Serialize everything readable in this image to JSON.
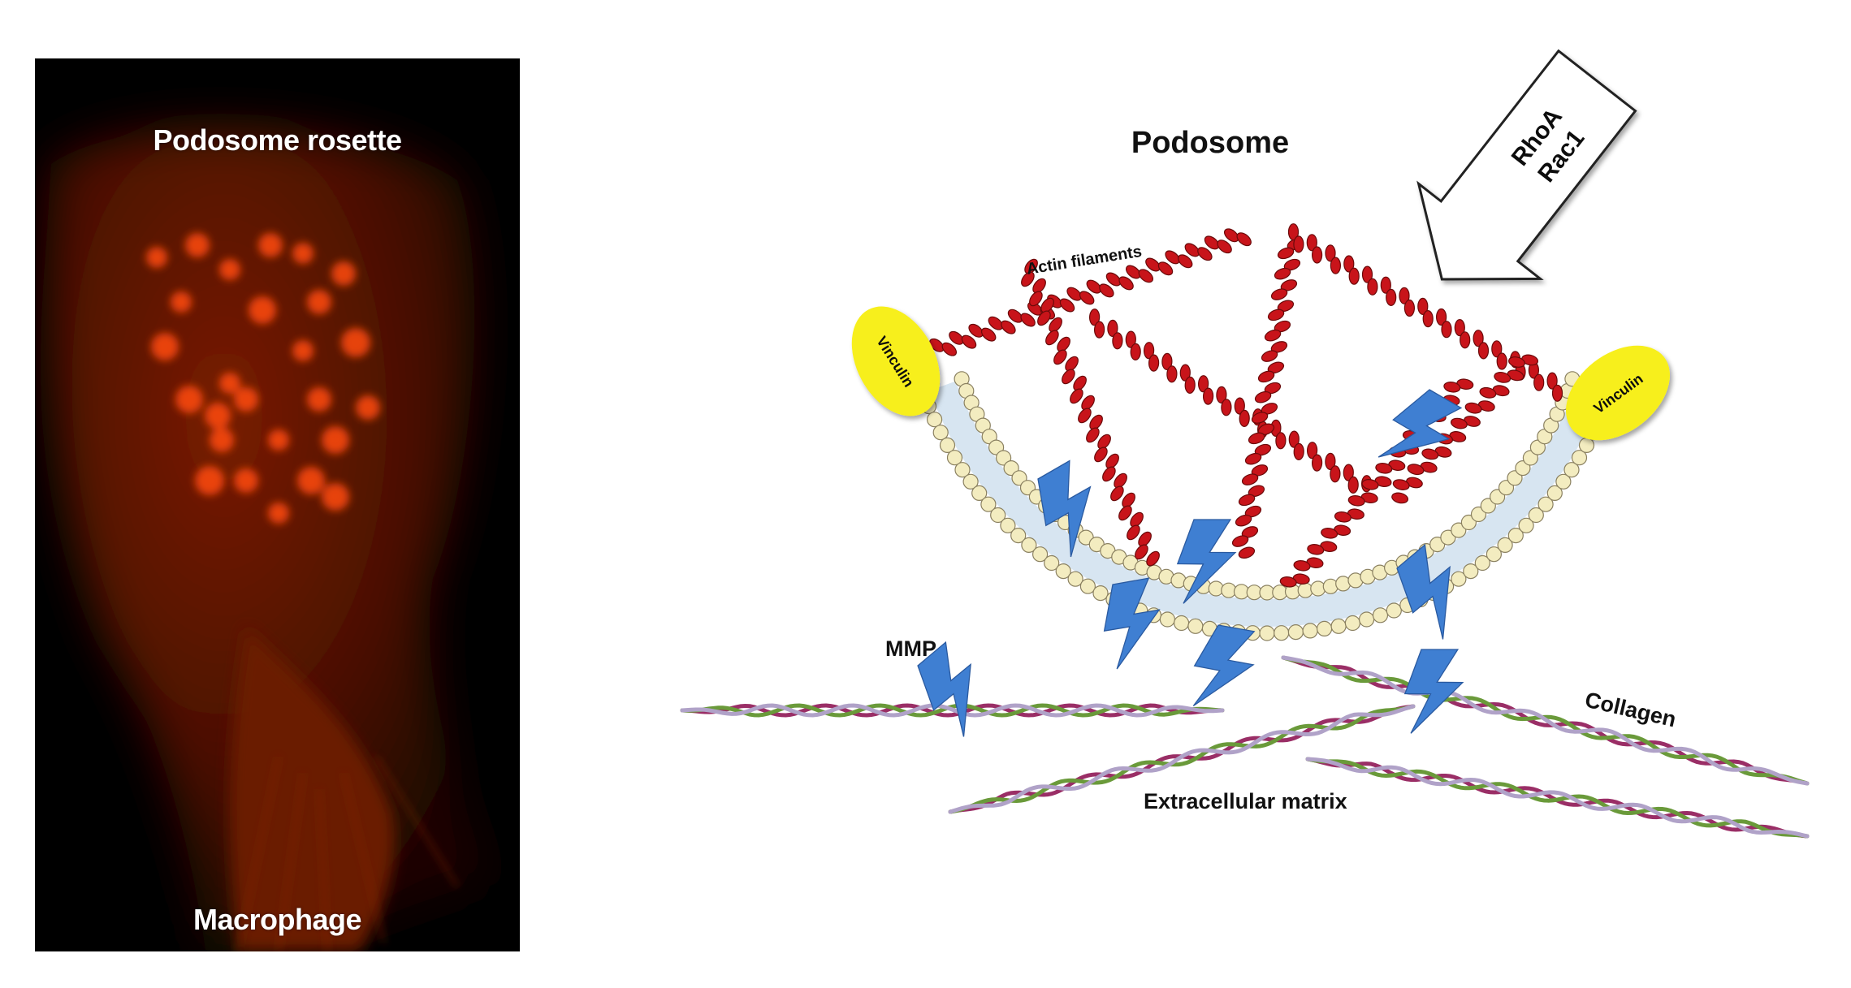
{
  "micrograph": {
    "title": "Podosome rosette",
    "caption": "Macrophage"
  },
  "diagram": {
    "title": "Podosome",
    "signal_line1": "RhoA",
    "signal_line2": "Rac1",
    "labels": {
      "actin": "Actin filaments",
      "vinculin_left": "Vinculin",
      "vinculin_right": "Vinculin",
      "mmp": "MMP",
      "collagen": "Collagen",
      "ecm": "Extracellular matrix"
    }
  },
  "colors": {
    "actin": "#c8141a",
    "vinculin": "#f7ef1a",
    "mmp": "#3f7fd2",
    "lipid_head": "#f3ecc0",
    "lipid_tail": "#bcd3e8",
    "collagen_a": "#9a2e66",
    "collagen_b": "#6a9a3a",
    "fluorescence": "#ff4a10"
  }
}
